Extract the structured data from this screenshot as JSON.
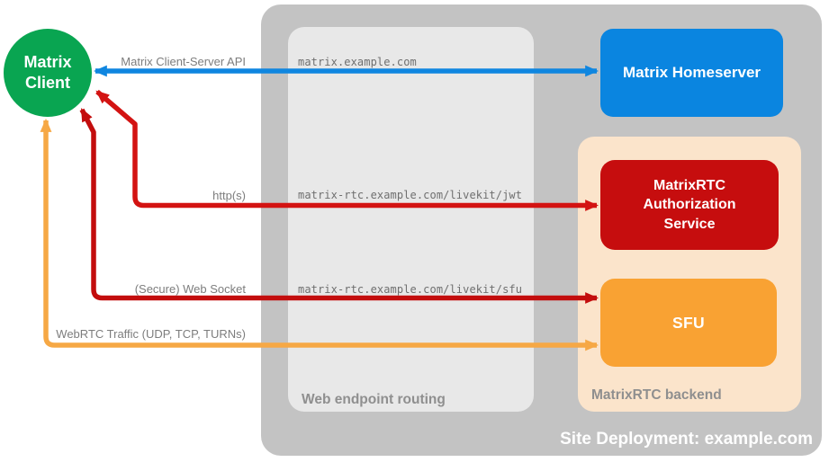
{
  "nodes": {
    "client": "Matrix Client",
    "homeserver": "Matrix Homeserver",
    "auth_service": "MatrixRTC Authorization Service",
    "sfu": "SFU"
  },
  "containers": {
    "site_label": "Site Deployment: example.com",
    "routing_label": "Web endpoint routing",
    "backend_label": "MatrixRTC backend"
  },
  "endpoints": {
    "matrix": "matrix.example.com",
    "jwt": "matrix-rtc.example.com/livekit/jwt",
    "sfu": "matrix-rtc.example.com/livekit/sfu"
  },
  "arrows": [
    {
      "name": "matrix-client-server-api",
      "label": "Matrix Client-Server API",
      "color": "#0f86e0",
      "direction": "bidirectional"
    },
    {
      "name": "https",
      "label": "http(s)",
      "color": "#d31312",
      "direction": "bidirectional"
    },
    {
      "name": "secure-web-socket",
      "label": "(Secure) Web Socket",
      "color": "#c30d0d",
      "direction": "bidirectional"
    },
    {
      "name": "webrtc-traffic",
      "label": "WebRTC Traffic (UDP, TCP, TURNs)",
      "color": "#f6a845",
      "direction": "bidirectional"
    }
  ],
  "colors": {
    "client-green": "#09a551",
    "homeserver-blue": "#0a85e0",
    "auth-red": "#c60d0e",
    "sfu-orange": "#f9a233",
    "backend-peach": "#fbe4cb",
    "site-gray": "#c3c3c3",
    "routing-gray": "#e8e8e8",
    "label-gray": "#7d7d7d",
    "mono-gray": "#6f6f6f",
    "section-label-gray": "#8f8f8f"
  }
}
